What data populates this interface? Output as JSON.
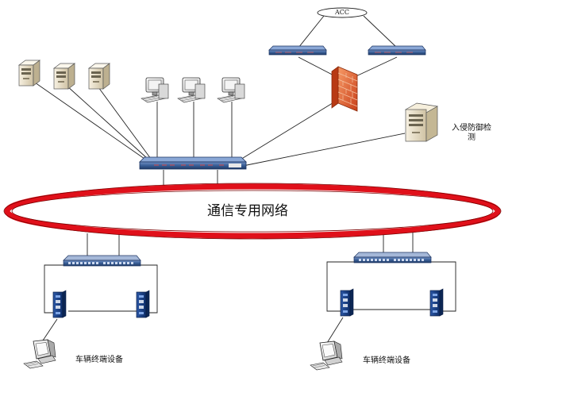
{
  "labels": {
    "acc": "ACC",
    "ids_line1": "入侵防御检",
    "ids_line2": "测",
    "network": "通信专用网络",
    "vehicle_left": "车辆终端设备",
    "vehicle_right": "车辆终端设备"
  },
  "colors": {
    "ring_red": "#e0101a",
    "switch_blue": "#3a5f97",
    "firewall": "#e85a2a",
    "server_beige": "#e9dfc7",
    "line": "#222222"
  },
  "icons": {
    "server": "server-tower-icon",
    "workstation": "desktop-computer-icon",
    "switch": "network-switch-icon",
    "firewall": "brick-firewall-icon",
    "ids": "ids-server-icon",
    "industrial": "industrial-switch-icon"
  }
}
